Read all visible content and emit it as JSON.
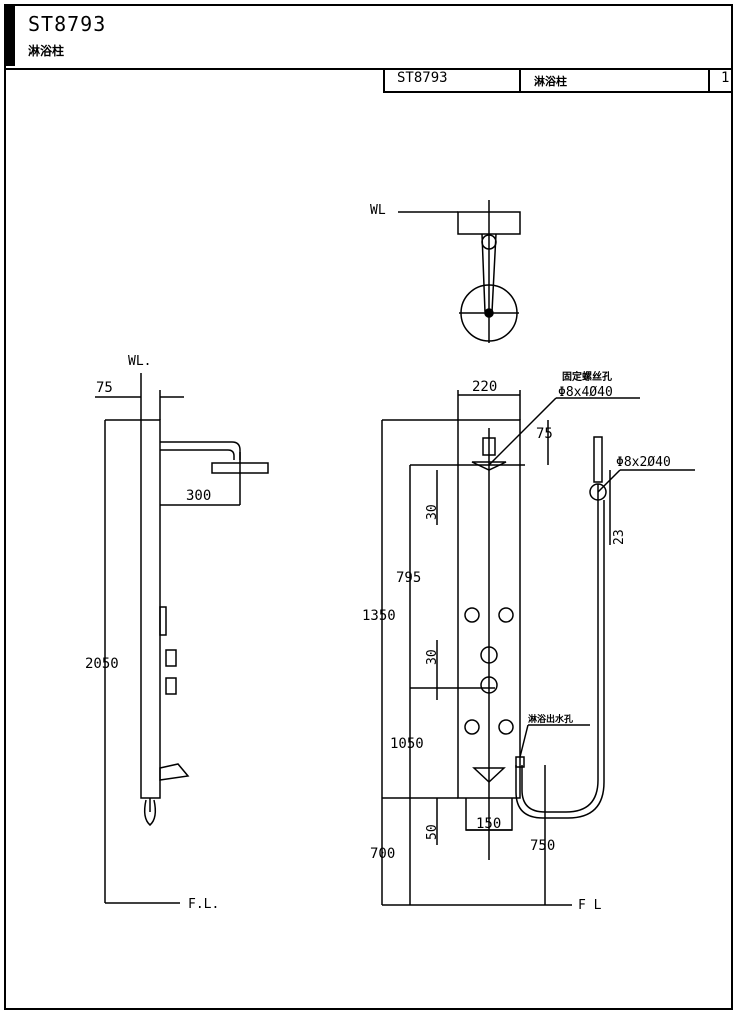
{
  "header": {
    "model_code": "ST8793",
    "product_name": "淋浴柱"
  },
  "title_block": {
    "model_code": "ST8793",
    "product_name": "淋浴柱",
    "sheet_number": "1"
  },
  "top_view": {
    "wall_label": "WL"
  },
  "side_view": {
    "wall_label": "WL.",
    "floor_label": "F.L.",
    "dim_offset": "75",
    "dim_arm_reach": "300",
    "dim_total_height": "2050"
  },
  "front_view": {
    "floor_label": "F L",
    "dim_width": "220",
    "dim_head_offset": "75",
    "mount_hole_label": "固定螺丝孔",
    "mount_hole_spec": "Φ8x4Ø40",
    "hand_holder_spec": "Φ8x2Ø40",
    "dim_holder": "23",
    "dim_30_upper": "30",
    "dim_30_lower": "30",
    "dim_795": "795",
    "dim_1350": "1350",
    "dim_1050": "1050",
    "dim_50": "50",
    "dim_150": "150",
    "dim_700": "700",
    "dim_750": "750",
    "hose_outlet_label": "淋浴出水孔"
  }
}
